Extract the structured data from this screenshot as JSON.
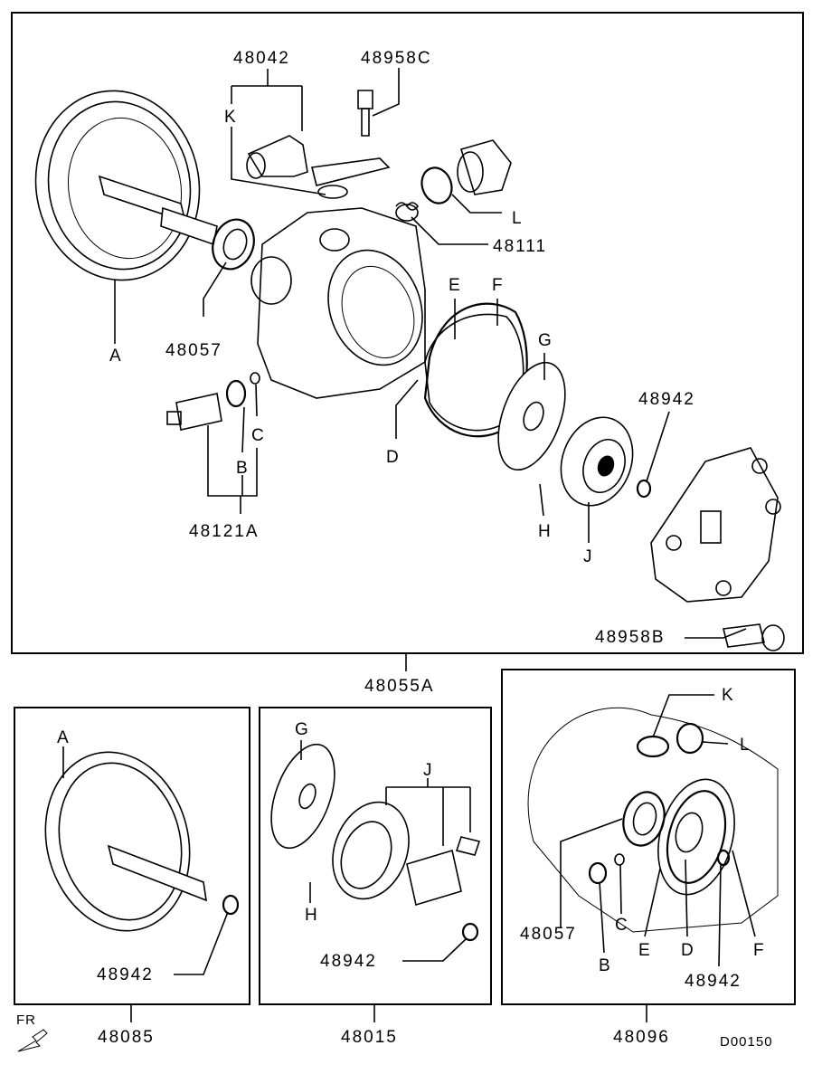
{
  "diagram": {
    "title": "Power steering oil pump exploded view",
    "main_assembly": {
      "part_number": "48055A",
      "labels": {
        "p48042": "48042",
        "p48958C": "48958C",
        "K": "K",
        "L": "L",
        "p48111": "48111",
        "p48057": "48057",
        "A": "A",
        "E": "E",
        "F": "F",
        "G": "G",
        "D": "D",
        "B": "B",
        "C": "C",
        "H": "H",
        "J": "J",
        "p48942": "48942",
        "p48121A": "48121A",
        "p48958B": "48958B"
      }
    },
    "sub_assemblies": [
      {
        "part_number": "48085",
        "labels": {
          "A": "A",
          "p48942": "48942"
        }
      },
      {
        "part_number": "48015",
        "labels": {
          "G": "G",
          "J": "J",
          "H": "H",
          "p48942": "48942"
        }
      },
      {
        "part_number": "48096",
        "labels": {
          "K": "K",
          "L": "L",
          "p48057": "48057",
          "B": "B",
          "C": "C",
          "E": "E",
          "D": "D",
          "F": "F",
          "p48942": "48942"
        }
      }
    ],
    "direction_indicator": {
      "label": "FR",
      "icon": "front-arrow-icon"
    },
    "drawing_code": "D00150"
  }
}
